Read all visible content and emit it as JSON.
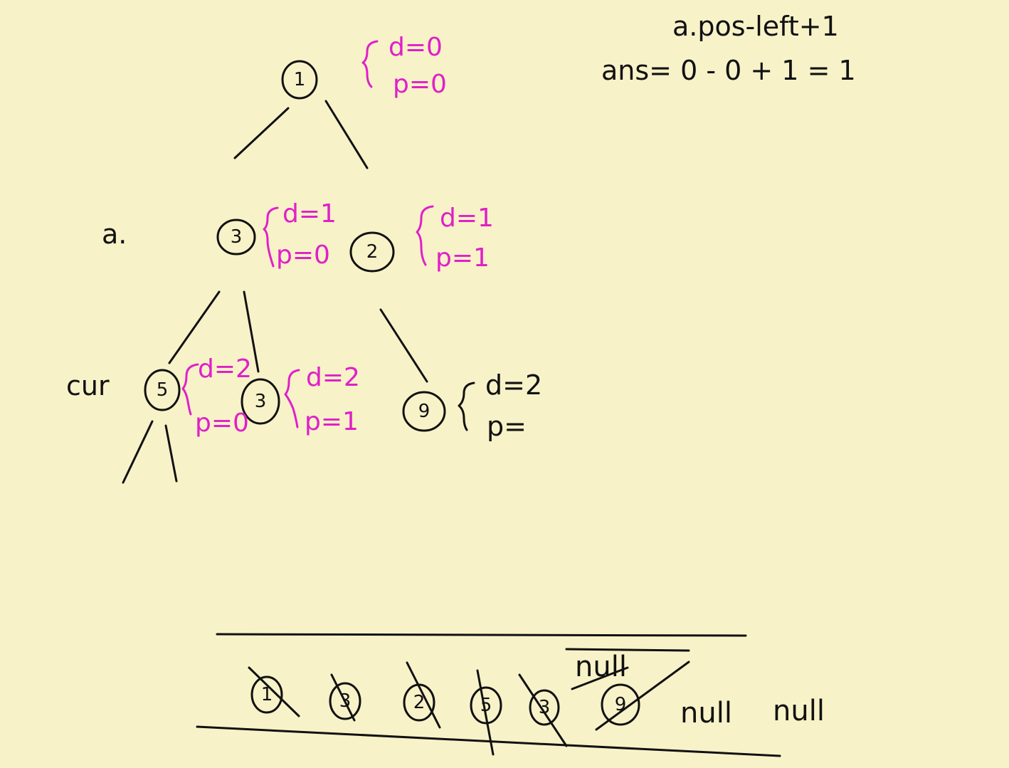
{
  "formula": {
    "line1": "a.pos-left+1",
    "line2": "ans= 0 - 0 + 1 = 1"
  },
  "labels": {
    "a": "a.",
    "cur": "cur"
  },
  "nodes": [
    {
      "id": "n1",
      "value": "1",
      "d": "d=0",
      "p": "p=0"
    },
    {
      "id": "n3a",
      "value": "3",
      "d": "d=1",
      "p": "p=0"
    },
    {
      "id": "n2",
      "value": "2",
      "d": "d=1",
      "p": "p=1"
    },
    {
      "id": "n5",
      "value": "5",
      "d": "d=2",
      "p": "p=0"
    },
    {
      "id": "n3b",
      "value": "3",
      "d": "d=2",
      "p": "p=1"
    },
    {
      "id": "n9",
      "value": "9",
      "d": "d=2",
      "p": "p="
    }
  ],
  "queue": {
    "items": [
      "1",
      "3",
      "2",
      "5",
      "3",
      "9"
    ],
    "crossed_null": "null",
    "trailing": [
      "null",
      "null"
    ]
  },
  "colors": {
    "background": "#f7f2c8",
    "ink": "#111111",
    "annotation": "#e020c8"
  }
}
